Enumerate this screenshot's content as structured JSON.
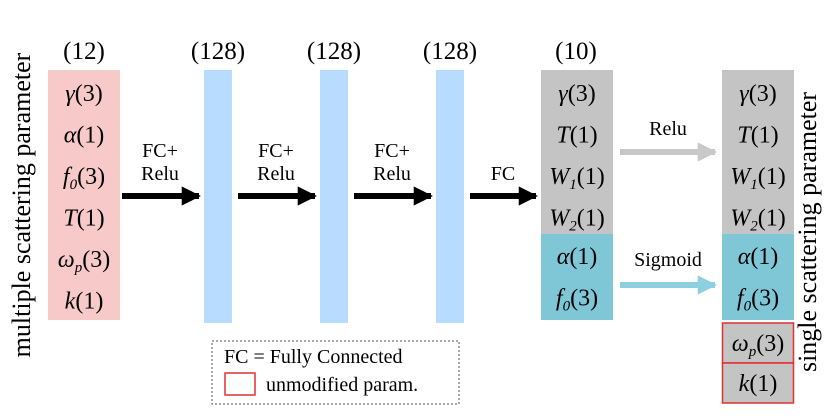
{
  "side_labels": {
    "left": "multiple scattering parameter",
    "right": "single scattering parameter"
  },
  "input_block": {
    "size_label": "(12)",
    "color": "#f7c9c9",
    "params": [
      {
        "sym": "γ",
        "sub": "",
        "count": "(3)"
      },
      {
        "sym": "α",
        "sub": "",
        "count": "(1)"
      },
      {
        "sym": "f",
        "sub": "0",
        "count": "(3)"
      },
      {
        "sym": "T",
        "sub": "",
        "count": "(1)"
      },
      {
        "sym": "ω",
        "sub": "p",
        "count": "(3)"
      },
      {
        "sym": "k",
        "sub": "",
        "count": "(1)"
      }
    ]
  },
  "hidden_layers": [
    {
      "size_label": "(128)"
    },
    {
      "size_label": "(128)"
    },
    {
      "size_label": "(128)"
    }
  ],
  "hidden_color": "#b8dcff",
  "arrows": [
    {
      "line1": "FC+",
      "line2": "Relu"
    },
    {
      "line1": "FC+",
      "line2": "Relu"
    },
    {
      "line1": "FC+",
      "line2": "Relu"
    },
    {
      "line1": "FC",
      "line2": ""
    }
  ],
  "output_block": {
    "size_label": "(10)",
    "gray_color": "#c4c4c4",
    "teal_color": "#7fc6d6",
    "gray_params": [
      {
        "sym": "γ",
        "sub": "",
        "count": "(3)"
      },
      {
        "sym": "T",
        "sub": "",
        "count": "(1)"
      },
      {
        "sym": "W",
        "sub": "1",
        "count": "(1)"
      },
      {
        "sym": "W",
        "sub": "2",
        "count": "(1)"
      }
    ],
    "teal_params": [
      {
        "sym": "α",
        "sub": "",
        "count": "(1)"
      },
      {
        "sym": "f",
        "sub": "0",
        "count": "(3)"
      }
    ]
  },
  "activation_arrows": {
    "relu_label": "Relu",
    "relu_color": "#c8c8c8",
    "sigmoid_label": "Sigmoid",
    "sigmoid_color": "#8ccfdf"
  },
  "final_block": {
    "gray_params": [
      {
        "sym": "γ",
        "sub": "",
        "count": "(3)"
      },
      {
        "sym": "T",
        "sub": "",
        "count": "(1)"
      },
      {
        "sym": "W",
        "sub": "1",
        "count": "(1)"
      },
      {
        "sym": "W",
        "sub": "2",
        "count": "(1)"
      }
    ],
    "teal_params": [
      {
        "sym": "α",
        "sub": "",
        "count": "(1)"
      },
      {
        "sym": "f",
        "sub": "0",
        "count": "(3)"
      }
    ],
    "unmodified_params": [
      {
        "sym": "ω",
        "sub": "p",
        "count": "(3)"
      },
      {
        "sym": "k",
        "sub": "",
        "count": "(1)"
      }
    ],
    "unmodified_border": "#e03030"
  },
  "legend": {
    "line1": "FC = Fully Connected",
    "line2": "unmodified param."
  }
}
